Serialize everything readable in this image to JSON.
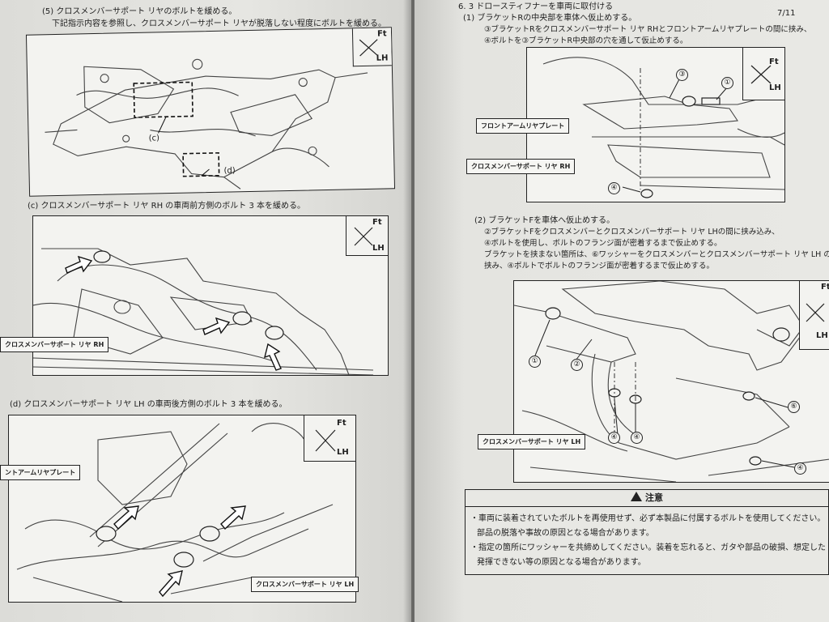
{
  "left": {
    "step5": "(5) クロスメンバーサポート リヤのボルトを緩める。",
    "step5_sub": "下記指示内容を参照し、クロスメンバーサポート リヤが脱落しない程度にボルトを緩める。",
    "callout_c": "(c)",
    "callout_d": "(d)",
    "step_c": "(c) クロスメンバーサポート リヤ RH の車両前方側のボルト 3 本を緩める。",
    "label_rh": "クロスメンバーサポート リヤ RH",
    "step_d": "(d) クロスメンバーサポート リヤ LH の車両後方側のボルト 3 本を緩める。",
    "label_front_arm": "ントアームリヤプレート",
    "label_lh": "クロスメンバーサポート リヤ LH"
  },
  "right": {
    "page_number": "7/11",
    "section": "6. 3 ドロースティフナーを車両に取付ける",
    "step1": "(1) ブラケットRの中央部を車体へ仮止めする。",
    "step1_a": "③ブラケットRをクロスメンバーサポート リヤ RHとフロントアームリヤプレートの間に挟み、",
    "step1_b": "④ボルトを③ブラケットR中央部の穴を通して仮止めする。",
    "label_front_arm": "フロントアームリヤプレート",
    "label_rh": "クロスメンバーサポート リヤ RH",
    "step2": "(2) ブラケットFを車体へ仮止めする。",
    "step2_a": "②ブラケットFをクロスメンバーとクロスメンバーサポート リヤ LHの間に挟み込み、",
    "step2_b": "④ボルトを使用し、ボルトのフランジ面が密着するまで仮止めする。",
    "step2_c": "ブラケットを挟まない箇所は、⑥ワッシャーをクロスメンバーとクロスメンバーサポート リヤ LH の間",
    "step2_d": "挟み、④ボルトでボルトのフランジ面が密着するまで仮止めする。",
    "label_lh": "クロスメンバーサポート リヤ LH",
    "caution_title": "注意",
    "caution_1": "・車両に装着されていたボルトを再使用せず、必ず本製品に付属するボルトを使用してください。",
    "caution_2": "部品の脱落や事故の原因となる場合があります。",
    "caution_3": "・指定の箇所にワッシャーを共締めしてください。装着を忘れると、ガタや部品の破損、想定した",
    "caution_4": "発揮できない等の原因となる場合があります。"
  },
  "direction": {
    "ft": "Ft",
    "lh": "LH"
  },
  "numbers": {
    "n1": "①",
    "n2": "②",
    "n3": "③",
    "n4": "④",
    "n6": "⑥"
  }
}
